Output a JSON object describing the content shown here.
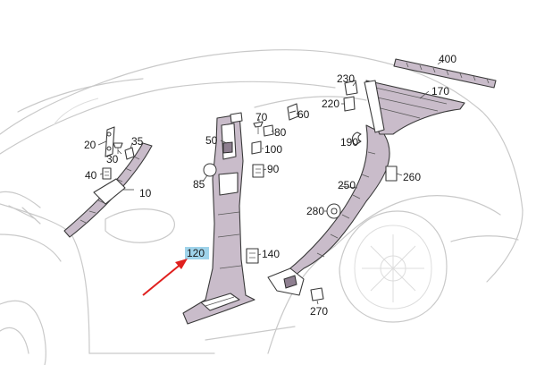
{
  "diagram": {
    "highlight_color": "#9fd3ea",
    "arrow_color": "#e0201e",
    "part_fill_color": "#c9bcca",
    "callouts": {
      "c10": "10",
      "c20": "20",
      "c30": "30",
      "c35": "35",
      "c40": "40",
      "c50": "50",
      "c60": "60",
      "c70": "70",
      "c80": "80",
      "c85": "85",
      "c90": "90",
      "c100": "100",
      "c120": "120",
      "c140": "140",
      "c170": "170",
      "c190": "190",
      "c220": "220",
      "c230": "230",
      "c250": "250",
      "c260": "260",
      "c270": "270",
      "c280": "280",
      "c400": "400"
    }
  }
}
